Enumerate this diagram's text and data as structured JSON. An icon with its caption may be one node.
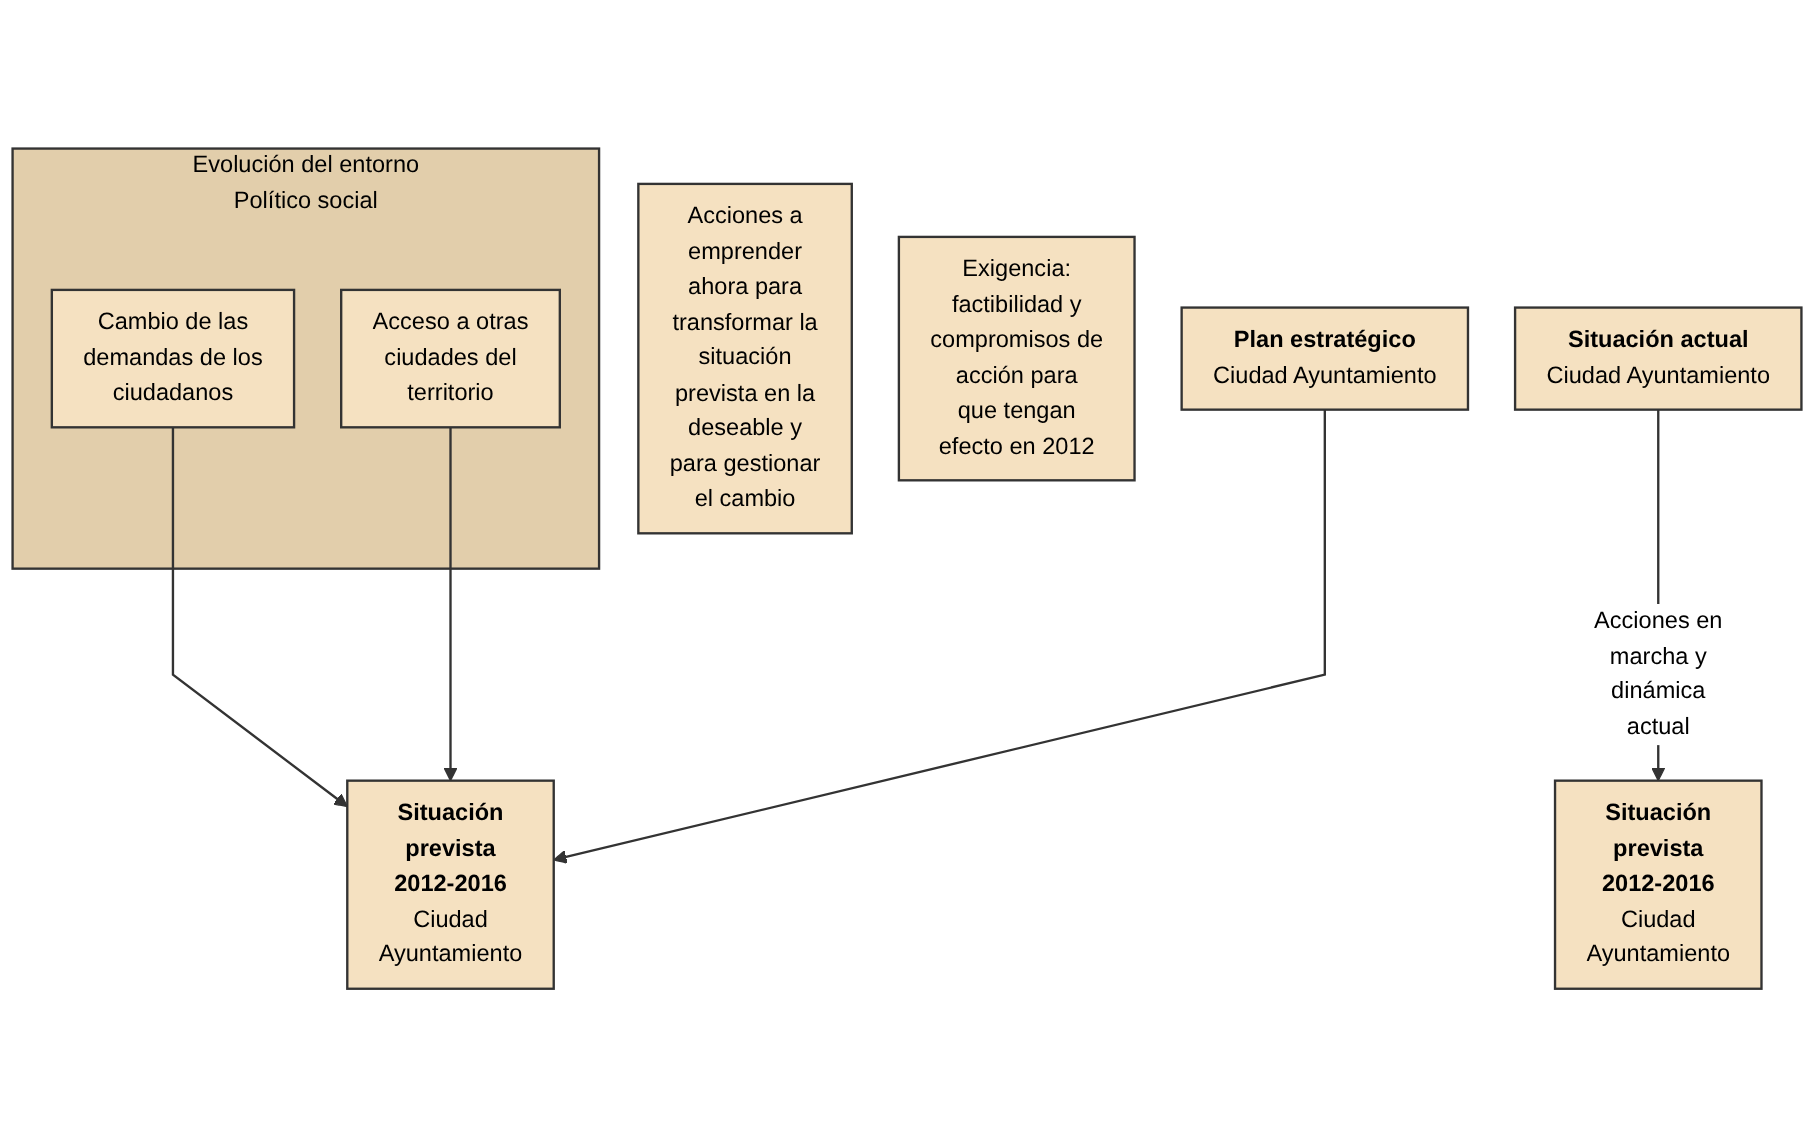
{
  "diagram": {
    "nodes": [
      {
        "text": [
          "Evolución del entorno",
          "Político social"
        ]
      },
      {
        "text": [
          "Cambio de las demandas de los ciudadanos"
        ],
        "in": 0
      },
      {
        "text": [
          "Acceso a otras ciudades del territorio"
        ],
        "in": 0
      },
      {
        "text": [
          "Situación actual",
          "Ciudad Ayuntamiento"
        ]
      },
      {
        "text": [
          "Plan estratégico",
          "Ciudad Ayuntamiento"
        ]
      },
      {
        "text": [
          "Situación prevista 2012-2016",
          "Ciudad Ayuntamiento"
        ]
      },
      {
        "text": [
          "Acciones a emprender ahora para transformar la situación prevista en la deseable y para gestionar el cambio"
        ]
      },
      {
        "text": [
          "Situación prevista 2012-2016",
          "Ciudad Ayuntamiento"
        ]
      },
      {
        "text": [
          "Exigencia: factibilidad y compromisos de acción para que tengan efecto en 2012"
        ]
      }
    ],
    "edges": [
      {
        "from": 1,
        "to": 7,
        "arrow": "to"
      },
      {
        "from": 2,
        "to": 7,
        "arrow": "to"
      },
      {
        "from": 3,
        "to": 5,
        "arrow": "to",
        "label": "Acciones en marcha y dinámica actual"
      },
      {
        "from": 4,
        "to": 7,
        "arrow": "to"
      }
    ]
  }
}
